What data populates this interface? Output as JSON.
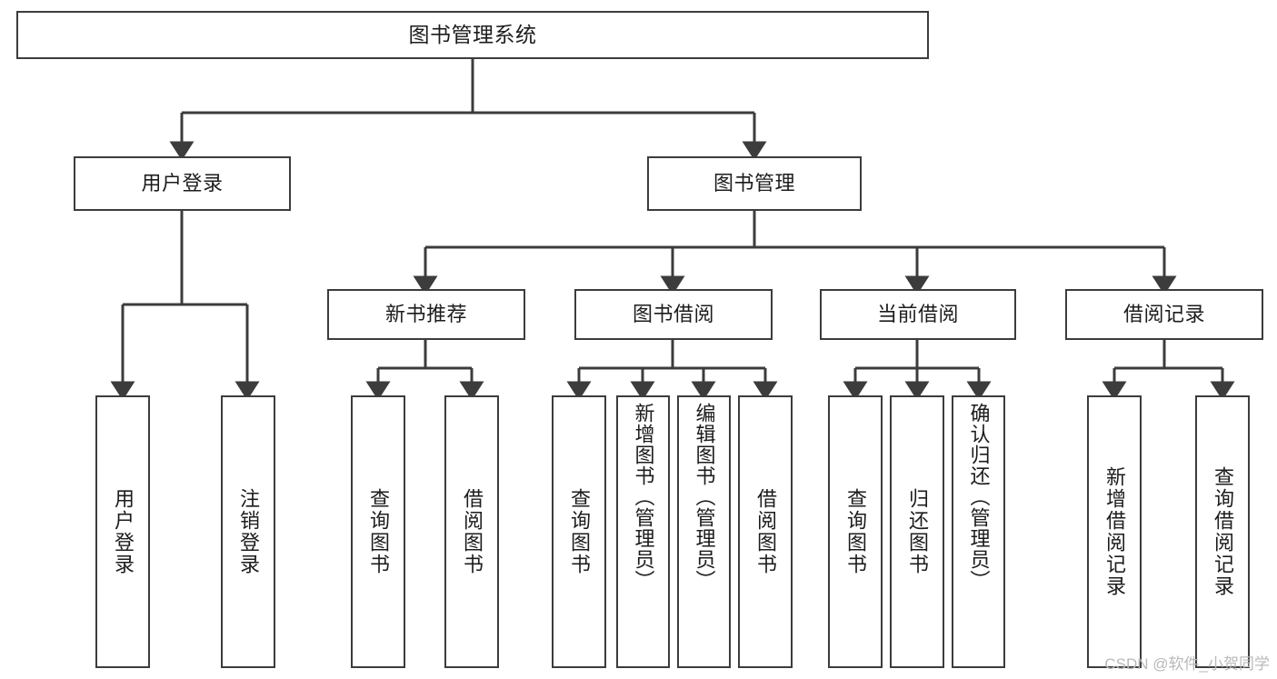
{
  "diagram": {
    "title": "图书管理系统",
    "type": "hierarchy-tree",
    "watermark": "CSDN @软件_小贺同学",
    "colors": {
      "background": "#ffffff",
      "box_border": "#3c3c3c",
      "box_fill": "#ffffff",
      "text": "#1c1c1c",
      "connector": "#3c3c3c",
      "watermark": "#b9b9b9"
    },
    "levels": {
      "root": {
        "label": "图书管理系统"
      },
      "level2": [
        {
          "id": "user-login",
          "label": "用户登录"
        },
        {
          "id": "book-manage",
          "label": "图书管理"
        }
      ],
      "level3": [
        {
          "id": "new-book-recommend",
          "label": "新书推荐",
          "parent": "book-manage"
        },
        {
          "id": "book-borrow",
          "label": "图书借阅",
          "parent": "book-manage"
        },
        {
          "id": "current-borrow",
          "label": "当前借阅",
          "parent": "book-manage"
        },
        {
          "id": "borrow-record",
          "label": "借阅记录",
          "parent": "book-manage"
        }
      ],
      "leaves": [
        {
          "id": "leaf-user-login",
          "label": "用户登录",
          "parent": "user-login"
        },
        {
          "id": "leaf-user-logout",
          "label": "注销登录",
          "parent": "user-login"
        },
        {
          "id": "leaf-query-book-1",
          "label": "查询图书",
          "parent": "new-book-recommend"
        },
        {
          "id": "leaf-borrow-book-1",
          "label": "借阅图书",
          "parent": "new-book-recommend"
        },
        {
          "id": "leaf-query-book-2",
          "label": "查询图书",
          "parent": "book-borrow"
        },
        {
          "id": "leaf-add-book",
          "label": "新增图书（管理员）",
          "parent": "book-borrow"
        },
        {
          "id": "leaf-edit-book",
          "label": "编辑图书（管理员）",
          "parent": "book-borrow"
        },
        {
          "id": "leaf-borrow-book-2",
          "label": "借阅图书",
          "parent": "book-borrow"
        },
        {
          "id": "leaf-query-book-3",
          "label": "查询图书",
          "parent": "current-borrow"
        },
        {
          "id": "leaf-return-book",
          "label": "归还图书",
          "parent": "current-borrow"
        },
        {
          "id": "leaf-confirm-return",
          "label": "确认归还（管理员）",
          "parent": "current-borrow"
        },
        {
          "id": "leaf-add-record",
          "label": "新增借阅记录",
          "parent": "borrow-record"
        },
        {
          "id": "leaf-query-record",
          "label": "查询借阅记录",
          "parent": "borrow-record"
        }
      ]
    }
  }
}
